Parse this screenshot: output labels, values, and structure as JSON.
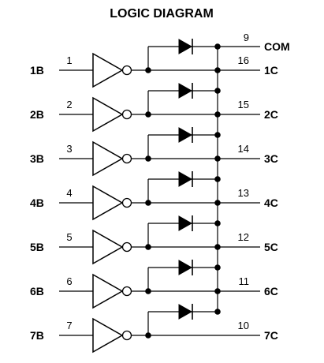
{
  "title": "LOGIC DIAGRAM",
  "com": {
    "label": "COM",
    "pin": "9"
  },
  "channels": [
    {
      "input_label": "1B",
      "input_pin": "1",
      "output_label": "1C",
      "output_pin": "16"
    },
    {
      "input_label": "2B",
      "input_pin": "2",
      "output_label": "2C",
      "output_pin": "15"
    },
    {
      "input_label": "3B",
      "input_pin": "3",
      "output_label": "3C",
      "output_pin": "14"
    },
    {
      "input_label": "4B",
      "input_pin": "4",
      "output_label": "4C",
      "output_pin": "13"
    },
    {
      "input_label": "5B",
      "input_pin": "5",
      "output_label": "5C",
      "output_pin": "12"
    },
    {
      "input_label": "6B",
      "input_pin": "6",
      "output_label": "6C",
      "output_pin": "11"
    },
    {
      "input_label": "7B",
      "input_pin": "7",
      "output_label": "7C",
      "output_pin": "10"
    }
  ]
}
